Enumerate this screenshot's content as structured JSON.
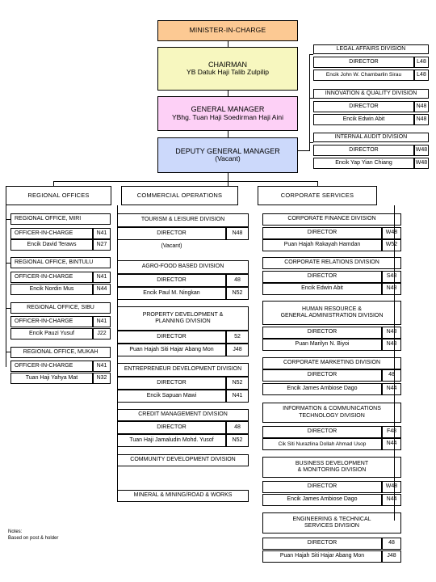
{
  "minister": "MINISTER-IN-CHARGE",
  "chairman": {
    "title": "CHAIRMAN",
    "name": "YB Datuk Haji Talib Zulpilip"
  },
  "gm": {
    "title": "GENERAL MANAGER",
    "name": "YBhg. Tuan Haji Soedirman Haji Aini"
  },
  "dgm": {
    "title": "DEPUTY GENERAL MANAGER",
    "name": "(Vacant)"
  },
  "legal": {
    "title": "LEGAL AFFAIRS DIVISION",
    "role": "DIRECTOR",
    "grade": "L48",
    "name": "Encik John W. Chambarlin Sirau",
    "grade2": "L48"
  },
  "innovation": {
    "title": "INNOVATION & QUALITY DIVISION",
    "role": "DIRECTOR",
    "grade": "N48",
    "name": "Encik Edwin Abit",
    "grade2": "N48"
  },
  "audit": {
    "title": "INTERNAL AUDIT DIVISION",
    "role": "DIRECTOR",
    "grade": "W48",
    "name": "Encik Yap Yian Chiang",
    "grade2": "W48"
  },
  "columns": {
    "regional": "REGIONAL OFFICES",
    "commercial": "COMMERCIAL OPERATIONS",
    "corporate": "CORPORATE SERVICES"
  },
  "regional": [
    {
      "title": "REGIONAL OFFICE, MIRI",
      "role": "OFFICER-IN-CHARGE",
      "grade": "N41",
      "name": "Encik David Teraws",
      "grade2": "N27"
    },
    {
      "title": "REGIONAL OFFICE, BINTULU",
      "role": "OFFICER-IN-CHARGE",
      "grade": "N41",
      "name": "Encik Nordin Mus",
      "grade2": "N44"
    },
    {
      "title": "REGIONAL OFFICE, SIBU",
      "role": "OFFICER-IN-CHARGE",
      "grade": "N41",
      "name": "Encik Pauzi Yusuf",
      "grade2": "J22"
    },
    {
      "title": "REGIONAL OFFICE, MUKAH",
      "role": "OFFICER-IN-CHARGE",
      "grade": "N41",
      "name": "Tuan Haji Yahya Mat",
      "grade2": "N32"
    }
  ],
  "commercial": {
    "tourism": {
      "title": "TOURISM & LEISURE DIVISION",
      "role": "DIRECTOR",
      "grade": "N48",
      "name": "(Vacant)"
    },
    "agro": {
      "title": "AGRO-FOOD BASED DIVISION",
      "role": "DIRECTOR",
      "grade": "48",
      "name": "Encik Paul M. Ningkan",
      "grade2": "N52"
    },
    "property": {
      "title": "PROPERTY DEVELOPMENT & PLANNING DIVISION",
      "role": "DIRECTOR",
      "grade": "52",
      "name": "Puan Hajah Siti Hajar Abang Mon",
      "grade2": "J48"
    },
    "entrepreneur": {
      "title": "ENTREPRENEUR DEVELOPMENT DIVISION",
      "role": "DIRECTOR",
      "grade": "N52",
      "name": "Encik Sapuan Mawi",
      "grade2": "N41"
    },
    "credit": {
      "title": "CREDIT MANAGEMENT DIVISION",
      "role": "DIRECTOR",
      "grade": "48",
      "name": "Tuan Haji Jamaludin Mohd. Yusof",
      "grade2": "N52"
    },
    "community": {
      "title": "COMMUNITY DEVELOPMENT DIVISION"
    },
    "mineral": {
      "title": "MINERAL & MINING/ROAD & WORKS"
    }
  },
  "corporate": {
    "finance": {
      "title": "CORPORATE FINANCE DIVISION",
      "role": "DIRECTOR",
      "grade": "W48",
      "name": "Puan Hajah Rakayah Hamdan",
      "grade2": "W52"
    },
    "relations": {
      "title": "CORPORATE RELATIONS DIVISION",
      "role": "DIRECTOR",
      "grade": "S48",
      "name": "Encik Edwin Abit",
      "grade2": "N48"
    },
    "hr": {
      "title1": "HUMAN RESOURCE &",
      "title2": "GENERAL ADMINISTRATION DIVISION",
      "role": "DIRECTOR",
      "grade": "N48",
      "name": "Puan Marilyn N. Biyoi",
      "grade2": "N48"
    },
    "marketing": {
      "title": "CORPORATE MARKETING DIVISION",
      "role": "DIRECTOR",
      "grade": "48",
      "name": "Encik James Ambiose Dago",
      "grade2": "N44"
    },
    "ict": {
      "title1": "INFORMATION & COMMUNICATIONS",
      "title2": "TECHNOLOGY DIVISION",
      "role": "DIRECTOR",
      "grade": "F48",
      "name": "Cik Siti Nurazlina Dollah Ahmad Usop",
      "grade2": "N44"
    },
    "business": {
      "title1": "BUSINESS DEVELOPMENT",
      "title2": "& MONITORING DIVISION",
      "role": "DIRECTOR",
      "grade": "W48",
      "name": "Encik James Ambiose Dago",
      "grade2": "N44"
    },
    "engineering": {
      "title1": "ENGINEERING & TECHNICAL",
      "title2": "SERVICES DIVISION",
      "role": "DIRECTOR",
      "grade": "48",
      "name": "Puan Hajah Siti Hajar Abang Mon",
      "grade2": "J48"
    }
  },
  "notes": {
    "line1": "Notes:",
    "line2": "Based on post & holder"
  },
  "colors": {
    "minister": "#fcc993",
    "chairman": "#f7f7bf",
    "gm": "#fdd0f6",
    "dgm": "#ccd9fb",
    "columns": "#ffffff"
  }
}
